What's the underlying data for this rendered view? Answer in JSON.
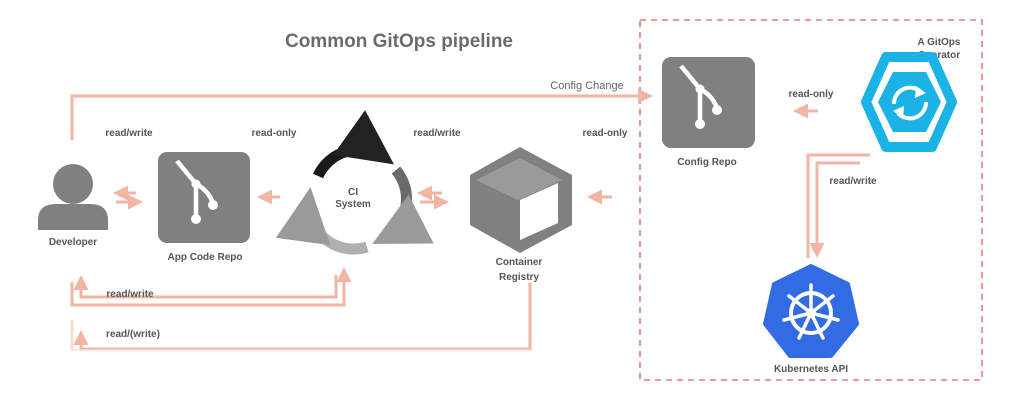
{
  "title": "Common GitOps pipeline",
  "nodes": {
    "developer": "Developer",
    "app_code_repo": "App Code Repo",
    "ci_line1": "CI",
    "ci_line2": "System",
    "registry_line1": "Container",
    "registry_line2": "Registry",
    "config_repo": "Config Repo",
    "operator_line1": "A GitOps",
    "operator_line2": "Operator",
    "kubernetes_api": "Kubernetes API"
  },
  "edges": {
    "config_change": "Config Change",
    "dev_app_rw": "read/write",
    "ci_app_ro": "read-only",
    "ci_registry_rw": "read/write",
    "registry_config_ro": "read-only",
    "operator_config_ro": "read-only",
    "operator_k8s_rw": "read/write",
    "dev_ci_rw": "read/write",
    "dev_registry_rw": "read/(write)"
  },
  "colors": {
    "arrow": "#f2b5a3",
    "icon_gray": "#808080",
    "operator_blue": "#1bb3e6",
    "kubernetes_blue": "#326ce5",
    "boundary": "#e05a5a"
  },
  "icons": {
    "developer": "person-icon",
    "app_code_repo": "git-repo-icon",
    "ci_system": "cycle-icon",
    "container_registry": "box-icon",
    "config_repo": "git-repo-icon",
    "gitops_operator": "sync-icon",
    "kubernetes": "helm-wheel-icon"
  }
}
